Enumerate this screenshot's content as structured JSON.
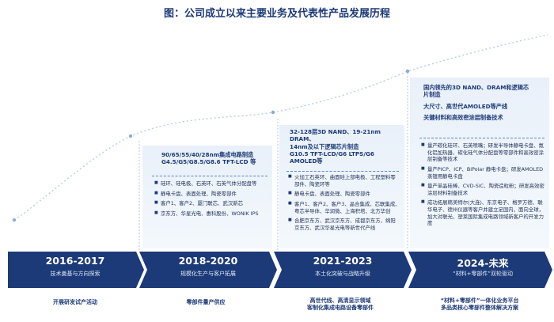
{
  "title": "图：公司成立以来主要业务及代表性产品发展历程",
  "stages": [
    {
      "year": "2016-2017",
      "subtitle": "技术奠基与方向探索",
      "bottom": [
        "开展研发试产活动"
      ],
      "tech": [],
      "items": []
    },
    {
      "year": "2018-2020",
      "subtitle": "规模化生产与客户拓展",
      "bottom": [
        "零部件量产供应"
      ],
      "tech": [
        "90/65/55/40/28nm集成电路制造",
        "G4.5/G5/G8.5/G8.6 TFT-LCD 等"
      ],
      "items": [
        "硅环、硅电极、石英环、石英气体分配盘等",
        "静电卡盘、表面处理、陶瓷零部件",
        "客户1、客户2、厦门联芯、武汉新芯",
        "京东方、华星光电、惠科股份、WONIK IPS"
      ]
    },
    {
      "year": "2021-2023",
      "subtitle": "本土化突破与战略升级",
      "bottom": [
        "高世代线、高清显示领域",
        "客制化集成电路设备零部件"
      ],
      "tech": [
        "32-128层3D NAND、19-21nm DRAM、",
        "14nm及以下逻辑芯片制造",
        "G10.5 TFT-LCD/G6 LTPS/G6",
        "AMOLED等"
      ],
      "items": [
        "火加工石英环、曲面硅上部电极、工程塑料零部件、陶瓷环等",
        "静电卡盘、表面处理、陶瓷零部件",
        "客户1、客户2、客户3、晶合集成、芯联集成、粤芯半导体、华润微、上海积塔、北方华创",
        "合肥京东方、武汉京东方、成都京东方、绵阳京东方、武汉华星光电等新世代产线"
      ]
    },
    {
      "year": "2024-未来",
      "subtitle": "“材料+零部件”双轮驱动",
      "bottom": [
        "“材料+零部件”一体化业务平台",
        "多品类核心零部件整体解决方案"
      ],
      "tech": [
        "国内领先的3D NAND、DRAM和逻辑芯",
        "片制造",
        "",
        "大尺寸、高世代AMOLED等产线",
        "",
        "关键材料和高效密涂层制备技术"
      ],
      "items": [
        "量产碳化硅环、石英喷嘴；研发半导体静电卡盘、氮化铝加热器、碳化硅气体分配盘等零部件和高效密涂层制备等技术",
        "量产PICP、ICP、BiPolar 静电卡盘；研发AMOLED 蒸镀用静电卡盘",
        "量产单晶硅棒、CVD-SiC、陶瓷造粒粉；研发高效密涂层材料制备技术",
        "成功拓展韩美特尔(大连)、东京电子、格罗方德、联华电子、德州仪器等客户并建立足国内，面向全球，加大对联光、塑莱国际集成电路领域新客户的开发力度"
      ]
    }
  ]
}
